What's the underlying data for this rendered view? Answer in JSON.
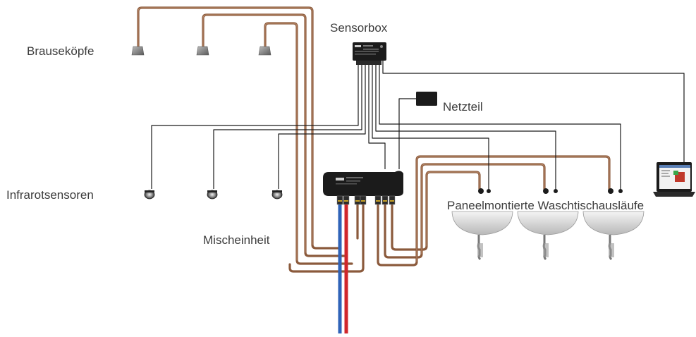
{
  "labels": {
    "shower_heads": "Brauseköpfe",
    "sensorbox": "Sensorbox",
    "power_supply": "Netzteil",
    "infrared_sensors": "Infrarotsensoren",
    "mixing_unit": "Mischeinheit",
    "panel_taps": "Paneelmontierte Waschtischausläufe"
  },
  "colors": {
    "copper_pipe": "#8b5a3c",
    "copper_highlight": "#c89a7a",
    "cable": "#1a1a1a",
    "hot_water": "#d0262b",
    "cold_water": "#2f63b8",
    "device_body": "#1b1b1b",
    "basin": "#dcdcdc",
    "screen_accent": "#3aa64a"
  }
}
